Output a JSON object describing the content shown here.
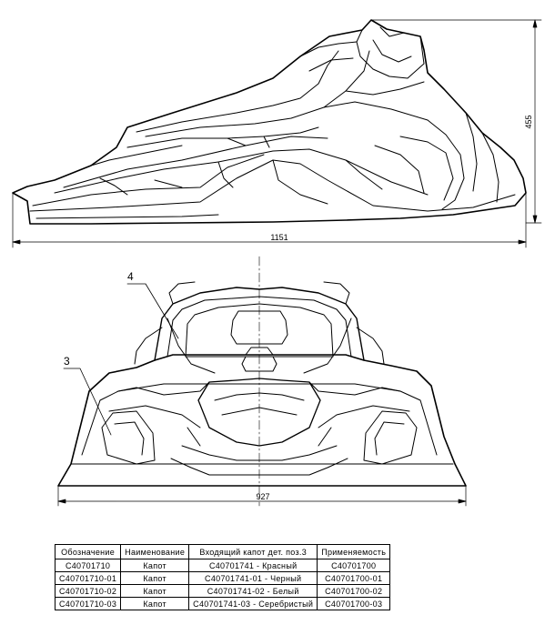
{
  "dimensions": {
    "height_label": "455",
    "length_label": "1151",
    "width_label": "927"
  },
  "callouts": {
    "part_4": "4",
    "part_3": "3"
  },
  "table": {
    "headers": [
      "Обозначение",
      "Наименование",
      "Входящий капот дет. поз.3",
      "Применяемость"
    ],
    "rows": [
      [
        "С40701710",
        "Капот",
        "С40701741 - Красный",
        "С40701700"
      ],
      [
        "С40701710-01",
        "Капот",
        "С40701741-01 - Черный",
        "С40701700-01"
      ],
      [
        "С40701710-02",
        "Капот",
        "С40701741-02 - Белый",
        "С40701700-02"
      ],
      [
        "С40701710-03",
        "Капот",
        "С40701741-03 - Серебристый",
        "С40701700-03"
      ]
    ]
  }
}
